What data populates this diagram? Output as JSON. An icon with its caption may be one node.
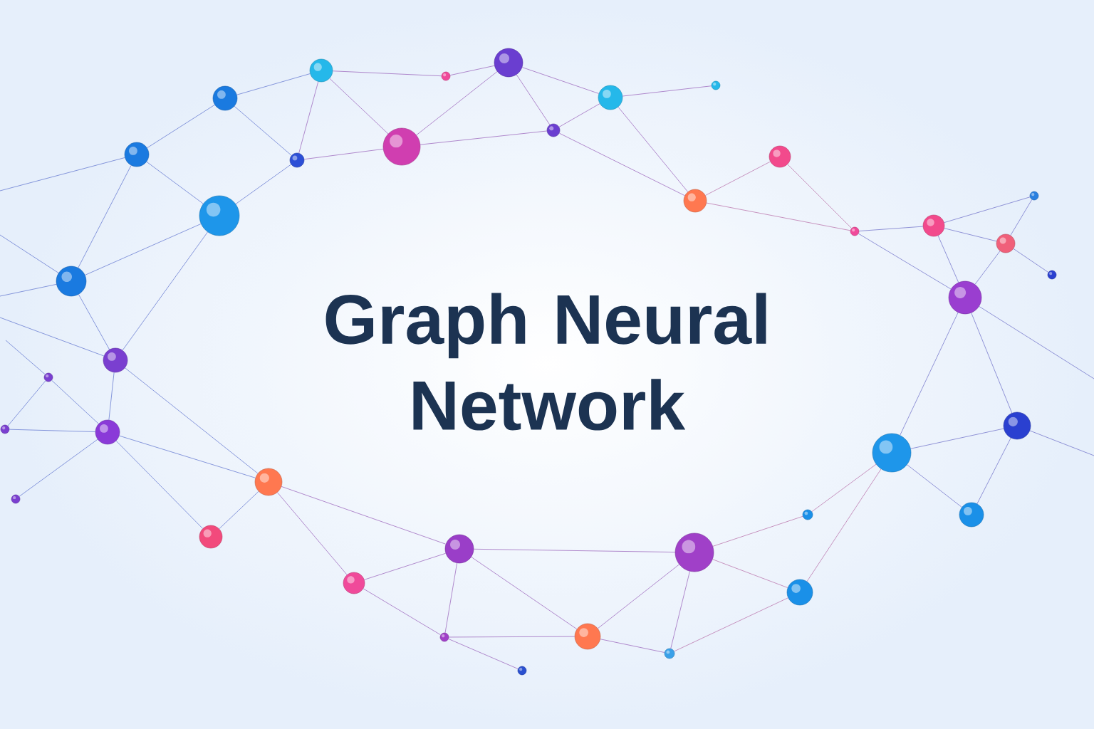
{
  "diagram": {
    "title": "Graph Neural Network",
    "nodes": [
      {
        "text": [],
        "shape": "circle"
      },
      {
        "text": [],
        "shape": "circle"
      },
      {
        "text": [],
        "shape": "circle"
      },
      {
        "text": [],
        "shape": "circle"
      },
      {
        "text": [],
        "shape": "circle"
      },
      {
        "text": [],
        "shape": "circle"
      },
      {
        "text": [],
        "shape": "circle"
      },
      {
        "text": [],
        "shape": "circle"
      },
      {
        "text": [],
        "shape": "circle"
      },
      {
        "text": [],
        "shape": "circle"
      },
      {
        "text": [],
        "shape": "circle"
      },
      {
        "text": [],
        "shape": "circle"
      },
      {
        "text": [],
        "shape": "circle"
      },
      {
        "text": [],
        "shape": "circle"
      },
      {
        "text": [],
        "shape": "circle"
      },
      {
        "text": [],
        "shape": "circle"
      },
      {
        "text": [],
        "shape": "circle"
      },
      {
        "text": [],
        "shape": "circle"
      },
      {
        "text": [],
        "shape": "circle"
      },
      {
        "text": [],
        "shape": "circle"
      },
      {
        "text": [],
        "shape": "circle"
      },
      {
        "text": [],
        "shape": "circle"
      },
      {
        "text": [],
        "shape": "circle"
      },
      {
        "text": [],
        "shape": "circle"
      },
      {
        "text": [],
        "shape": "circle"
      },
      {
        "text": [],
        "shape": "circle"
      },
      {
        "text": [],
        "shape": "circle"
      },
      {
        "text": [],
        "shape": "circle"
      },
      {
        "text": [],
        "shape": "circle"
      },
      {
        "text": [],
        "shape": "circle"
      },
      {
        "text": [],
        "shape": "circle"
      },
      {
        "text": [],
        "shape": "circle"
      },
      {
        "text": [],
        "shape": "circle"
      },
      {
        "text": [],
        "shape": "circle"
      },
      {
        "text": [],
        "shape": "circle"
      },
      {
        "text": [],
        "shape": "circle"
      },
      {
        "text": [],
        "shape": "circle"
      },
      {
        "text": [],
        "shape": "circle"
      },
      {
        "text": [],
        "shape": "circle"
      }
    ],
    "edges": [
      {
        "from": null,
        "to": 6,
        "arrow": "none"
      },
      {
        "from": 6,
        "to": 9,
        "arrow": "none"
      },
      {
        "from": 9,
        "to": 12,
        "arrow": "none"
      },
      {
        "from": 9,
        "to": 11,
        "arrow": "none"
      },
      {
        "from": 12,
        "to": 11,
        "arrow": "none"
      },
      {
        "from": 12,
        "to": 16,
        "arrow": "none"
      },
      {
        "from": 12,
        "to": 14,
        "arrow": "none"
      },
      {
        "from": 11,
        "to": 14,
        "arrow": "none"
      },
      {
        "from": 6,
        "to": 8,
        "arrow": "none"
      },
      {
        "from": 6,
        "to": 3,
        "arrow": "none"
      },
      {
        "from": 3,
        "to": 8,
        "arrow": "none"
      },
      {
        "from": 8,
        "to": 11,
        "arrow": "none"
      },
      {
        "from": 8,
        "to": 5,
        "arrow": "none"
      },
      {
        "from": 3,
        "to": 5,
        "arrow": "none"
      },
      {
        "from": null,
        "to": 3,
        "arrow": "none"
      },
      {
        "from": null,
        "to": 3,
        "arrow": "none"
      },
      {
        "from": null,
        "to": 5,
        "arrow": "none"
      },
      {
        "from": null,
        "to": 2,
        "arrow": "none"
      },
      {
        "from": 2,
        "to": 4,
        "arrow": "none"
      },
      {
        "from": 2,
        "to": 0,
        "arrow": "none"
      },
      {
        "from": 0,
        "to": 4,
        "arrow": "none"
      },
      {
        "from": 4,
        "to": 5,
        "arrow": "none"
      },
      {
        "from": 4,
        "to": 1,
        "arrow": "none"
      },
      {
        "from": 4,
        "to": 10,
        "arrow": "none"
      },
      {
        "from": 5,
        "to": 10,
        "arrow": "none"
      },
      {
        "from": 4,
        "to": 7,
        "arrow": "none"
      },
      {
        "from": 10,
        "to": 7,
        "arrow": "none"
      },
      {
        "from": 10,
        "to": 13,
        "arrow": "none"
      },
      {
        "from": 10,
        "to": 17,
        "arrow": "none"
      },
      {
        "from": 13,
        "to": 17,
        "arrow": "none"
      },
      {
        "from": 13,
        "to": 15,
        "arrow": "none"
      },
      {
        "from": 17,
        "to": 15,
        "arrow": "none"
      },
      {
        "from": 17,
        "to": 21,
        "arrow": "none"
      },
      {
        "from": 17,
        "to": 24,
        "arrow": "none"
      },
      {
        "from": 15,
        "to": 19,
        "arrow": "none"
      },
      {
        "from": 15,
        "to": 21,
        "arrow": "none"
      },
      {
        "from": 21,
        "to": 24,
        "arrow": "none"
      },
      {
        "from": 21,
        "to": 23,
        "arrow": "none"
      },
      {
        "from": 23,
        "to": 24,
        "arrow": "none"
      },
      {
        "from": 24,
        "to": 28,
        "arrow": "none"
      },
      {
        "from": 24,
        "to": 29,
        "arrow": "none"
      },
      {
        "from": 29,
        "to": 31,
        "arrow": "none"
      },
      {
        "from": 31,
        "to": 28,
        "arrow": "none"
      },
      {
        "from": 23,
        "to": 28,
        "arrow": "none"
      },
      {
        "from": 31,
        "to": 34,
        "arrow": "none"
      },
      {
        "from": 31,
        "to": 36,
        "arrow": "none"
      },
      {
        "from": 36,
        "to": 34,
        "arrow": "none"
      },
      {
        "from": 36,
        "to": null,
        "arrow": "none"
      },
      {
        "from": 31,
        "to": 33,
        "arrow": "none"
      },
      {
        "from": 33,
        "to": 36,
        "arrow": "none"
      },
      {
        "from": 33,
        "to": null,
        "arrow": "none"
      },
      {
        "from": 33,
        "to": 30,
        "arrow": "none"
      },
      {
        "from": 33,
        "to": 32,
        "arrow": "none"
      },
      {
        "from": 33,
        "to": 35,
        "arrow": "none"
      },
      {
        "from": 14,
        "to": 18,
        "arrow": "none"
      },
      {
        "from": 16,
        "to": 18,
        "arrow": "none"
      },
      {
        "from": 18,
        "to": 20,
        "arrow": "none"
      },
      {
        "from": 18,
        "to": 22,
        "arrow": "none"
      },
      {
        "from": 20,
        "to": 22,
        "arrow": "none"
      },
      {
        "from": 14,
        "to": 20,
        "arrow": "none"
      },
      {
        "from": 22,
        "to": 26,
        "arrow": "none"
      },
      {
        "from": 22,
        "to": 25,
        "arrow": "none"
      },
      {
        "from": 20,
        "to": 25,
        "arrow": "none"
      },
      {
        "from": 25,
        "to": 27,
        "arrow": "none"
      },
      {
        "from": 25,
        "to": 30,
        "arrow": "none"
      },
      {
        "from": 27,
        "to": 30,
        "arrow": "none"
      },
      {
        "from": 30,
        "to": 32,
        "arrow": "none"
      },
      {
        "from": 32,
        "to": 35,
        "arrow": "none"
      },
      {
        "from": 32,
        "to": 37,
        "arrow": "none"
      },
      {
        "from": 35,
        "to": 37,
        "arrow": "none"
      },
      {
        "from": 35,
        "to": 38,
        "arrow": "none"
      }
    ]
  }
}
